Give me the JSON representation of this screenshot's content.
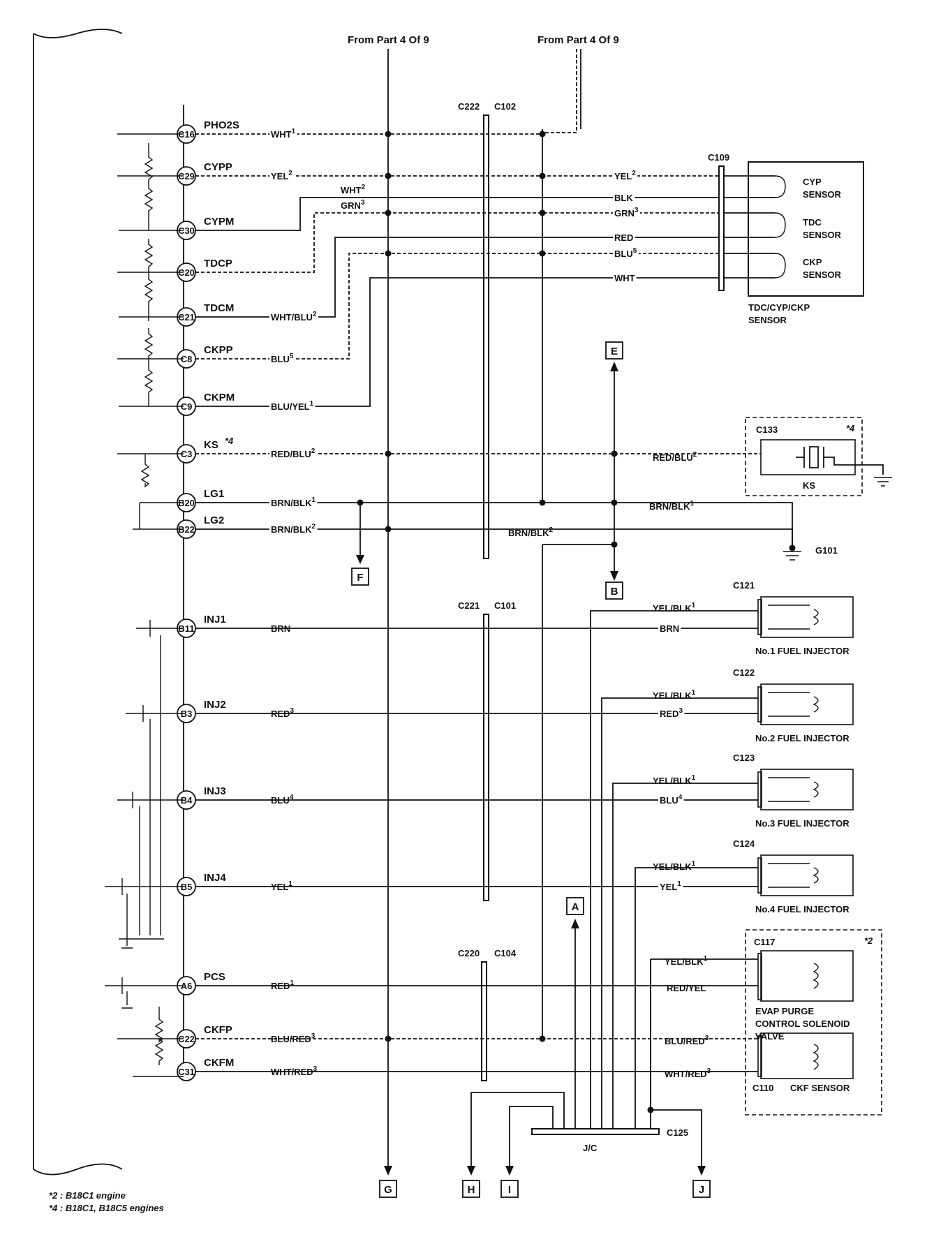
{
  "from_labels": [
    "From Part 4 Of 9",
    "From Part 4 Of 9"
  ],
  "pins": [
    {
      "id": "C16",
      "name": "PHO2S",
      "wire": "WHT",
      "sup": "1"
    },
    {
      "id": "C29",
      "name": "CYPP",
      "wire": "YEL",
      "sup": "2"
    },
    {
      "id": "C30",
      "name": "CYPM",
      "wire": "WHT",
      "sup": "2"
    },
    {
      "id": "C20",
      "name": "TDCP",
      "wire": "GRN",
      "sup": "3"
    },
    {
      "id": "C21",
      "name": "TDCM",
      "wire": "WHT/BLU",
      "sup": "2"
    },
    {
      "id": "C8",
      "name": "CKPP",
      "wire": "BLU",
      "sup": "5"
    },
    {
      "id": "C9",
      "name": "CKPM",
      "wire": "BLU/YEL",
      "sup": "1"
    },
    {
      "id": "C3",
      "name": "KS",
      "wire": "RED/BLU",
      "sup": "2"
    },
    {
      "id": "B20",
      "name": "LG1",
      "wire": "BRN/BLK",
      "sup": "1"
    },
    {
      "id": "B22",
      "name": "LG2",
      "wire": "BRN/BLK",
      "sup": "2"
    },
    {
      "id": "B11",
      "name": "INJ1",
      "wire": "BRN",
      "sup": ""
    },
    {
      "id": "B3",
      "name": "INJ2",
      "wire": "RED",
      "sup": "3"
    },
    {
      "id": "B4",
      "name": "INJ3",
      "wire": "BLU",
      "sup": "4"
    },
    {
      "id": "B5",
      "name": "INJ4",
      "wire": "YEL",
      "sup": "1"
    },
    {
      "id": "A6",
      "name": "PCS",
      "wire": "RED",
      "sup": "1"
    },
    {
      "id": "C22",
      "name": "CKFP",
      "wire": "BLU/RED",
      "sup": "3"
    },
    {
      "id": "C31",
      "name": "CKFM",
      "wire": "WHT/RED",
      "sup": "3"
    }
  ],
  "ks_note": "*4",
  "connectors": {
    "c222": "C222",
    "c102": "C102",
    "c109": "C109",
    "c133": "C133",
    "c221": "C221",
    "c101": "C101",
    "c220": "C220",
    "c104": "C104",
    "c121": "C121",
    "c122": "C122",
    "c123": "C123",
    "c124": "C124",
    "c117": "C117",
    "c110": "C110",
    "c125": "C125",
    "jc": "J/C",
    "g101": "G101"
  },
  "sensor_wires": [
    {
      "text": "YEL",
      "sup": "2"
    },
    {
      "text": "BLK",
      "sup": ""
    },
    {
      "text": "GRN",
      "sup": "3"
    },
    {
      "text": "RED",
      "sup": ""
    },
    {
      "text": "BLU",
      "sup": "5"
    },
    {
      "text": "WHT",
      "sup": ""
    }
  ],
  "sensors": {
    "cyp": [
      "CYP",
      "SENSOR"
    ],
    "tdc": [
      "TDC",
      "SENSOR"
    ],
    "ckp": [
      "CKP",
      "SENSOR"
    ],
    "assembly": [
      "TDC/CYP/CKP",
      "SENSOR"
    ]
  },
  "ks_box": {
    "wire": "RED/BLU",
    "sup": "2",
    "label": "KS",
    "note": "*4"
  },
  "ground_wires": [
    {
      "text": "BRN/BLK",
      "sup": "1"
    },
    {
      "text": "BRN/BLK",
      "sup": "2"
    }
  ],
  "injectors": [
    {
      "conn": "C121",
      "feed": "YEL/BLK",
      "feed_sup": "1",
      "wire": "BRN",
      "wire_sup": "",
      "label": "No.1 FUEL INJECTOR"
    },
    {
      "conn": "C122",
      "feed": "YEL/BLK",
      "feed_sup": "1",
      "wire": "RED",
      "wire_sup": "3",
      "label": "No.2 FUEL INJECTOR"
    },
    {
      "conn": "C123",
      "feed": "YEL/BLK",
      "feed_sup": "1",
      "wire": "BLU",
      "wire_sup": "4",
      "label": "No.3 FUEL INJECTOR"
    },
    {
      "conn": "C124",
      "feed": "YEL/BLK",
      "feed_sup": "1",
      "wire": "YEL",
      "wire_sup": "1",
      "label": "No.4 FUEL INJECTOR"
    }
  ],
  "evap": {
    "feed": "YEL/BLK",
    "feed_sup": "1",
    "wire": "RED/YEL",
    "label": [
      "EVAP PURGE",
      "CONTROL SOLENOID",
      "VALVE"
    ],
    "note": "*2"
  },
  "ckf": {
    "wire1": "BLU/RED",
    "sup1": "3",
    "wire2": "WHT/RED",
    "sup2": "3",
    "label": "CKF SENSOR"
  },
  "refs": [
    "E",
    "F",
    "B",
    "A",
    "G",
    "H",
    "I",
    "J"
  ],
  "footnotes": [
    "*2 : B18C1 engine",
    "*4 : B18C1, B18C5 engines"
  ],
  "colors": {
    "ink": "#111111",
    "paper": "#ffffff"
  }
}
